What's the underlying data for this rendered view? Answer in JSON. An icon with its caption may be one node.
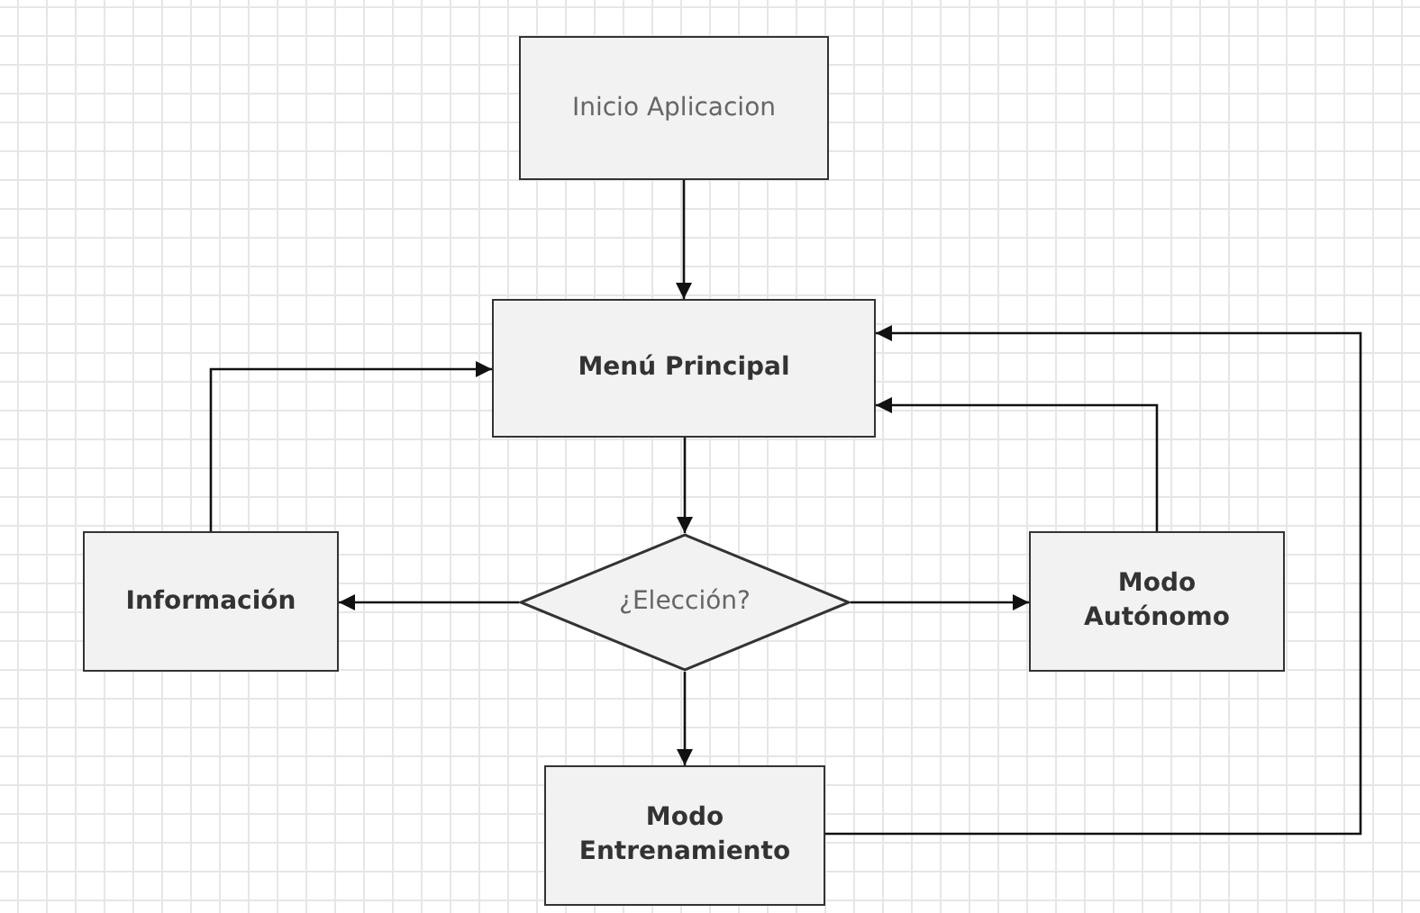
{
  "diagram": {
    "nodes": [
      {
        "text": [
          "Inicio Aplicacion"
        ]
      },
      {
        "text": [
          "Menú Principal"
        ]
      },
      {
        "text": [
          "Información"
        ]
      },
      {
        "text": [
          "¿Elección?"
        ]
      },
      {
        "text": [
          "Modo Autónomo"
        ]
      },
      {
        "text": [
          "Modo Entrenamiento"
        ]
      }
    ],
    "edges": [
      {
        "from": 0,
        "to": 1,
        "arrow": "to"
      },
      {
        "from": 1,
        "to": 3,
        "arrow": "to"
      },
      {
        "from": 3,
        "to": 2,
        "arrow": "to"
      },
      {
        "from": 3,
        "to": 4,
        "arrow": "to"
      },
      {
        "from": 3,
        "to": 5,
        "arrow": "to"
      },
      {
        "from": 2,
        "to": 1,
        "arrow": "to"
      },
      {
        "from": 4,
        "to": 1,
        "arrow": "to"
      },
      {
        "from": 5,
        "to": 1,
        "arrow": "to"
      }
    ]
  }
}
